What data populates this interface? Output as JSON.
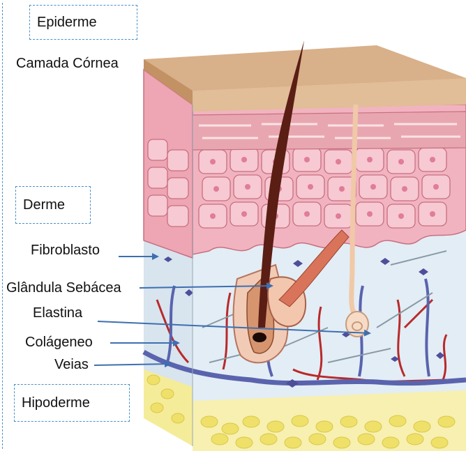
{
  "sections": {
    "epidermis": "Epiderme",
    "dermis": "Derme",
    "hypodermis": "Hipoderme"
  },
  "labels": {
    "stratum_corneum": "Camada Córnea",
    "fibroblast": "Fibroblasto",
    "sebaceous_gland": "Glândula Sebácea",
    "elastin": "Elastina",
    "collagen": "Colágeneo",
    "veins": "Veias"
  },
  "colors": {
    "pointer": "#3d6fb0",
    "box_border": "#4a90c8",
    "stratum": "#c9a27a",
    "epidermis_cells": "#f0a9b6",
    "dermis": "#dde9f3",
    "vein": "#5a63ad",
    "artery": "#b82a2a",
    "fat": "#f2e36a",
    "hair": "#5a1e14"
  }
}
